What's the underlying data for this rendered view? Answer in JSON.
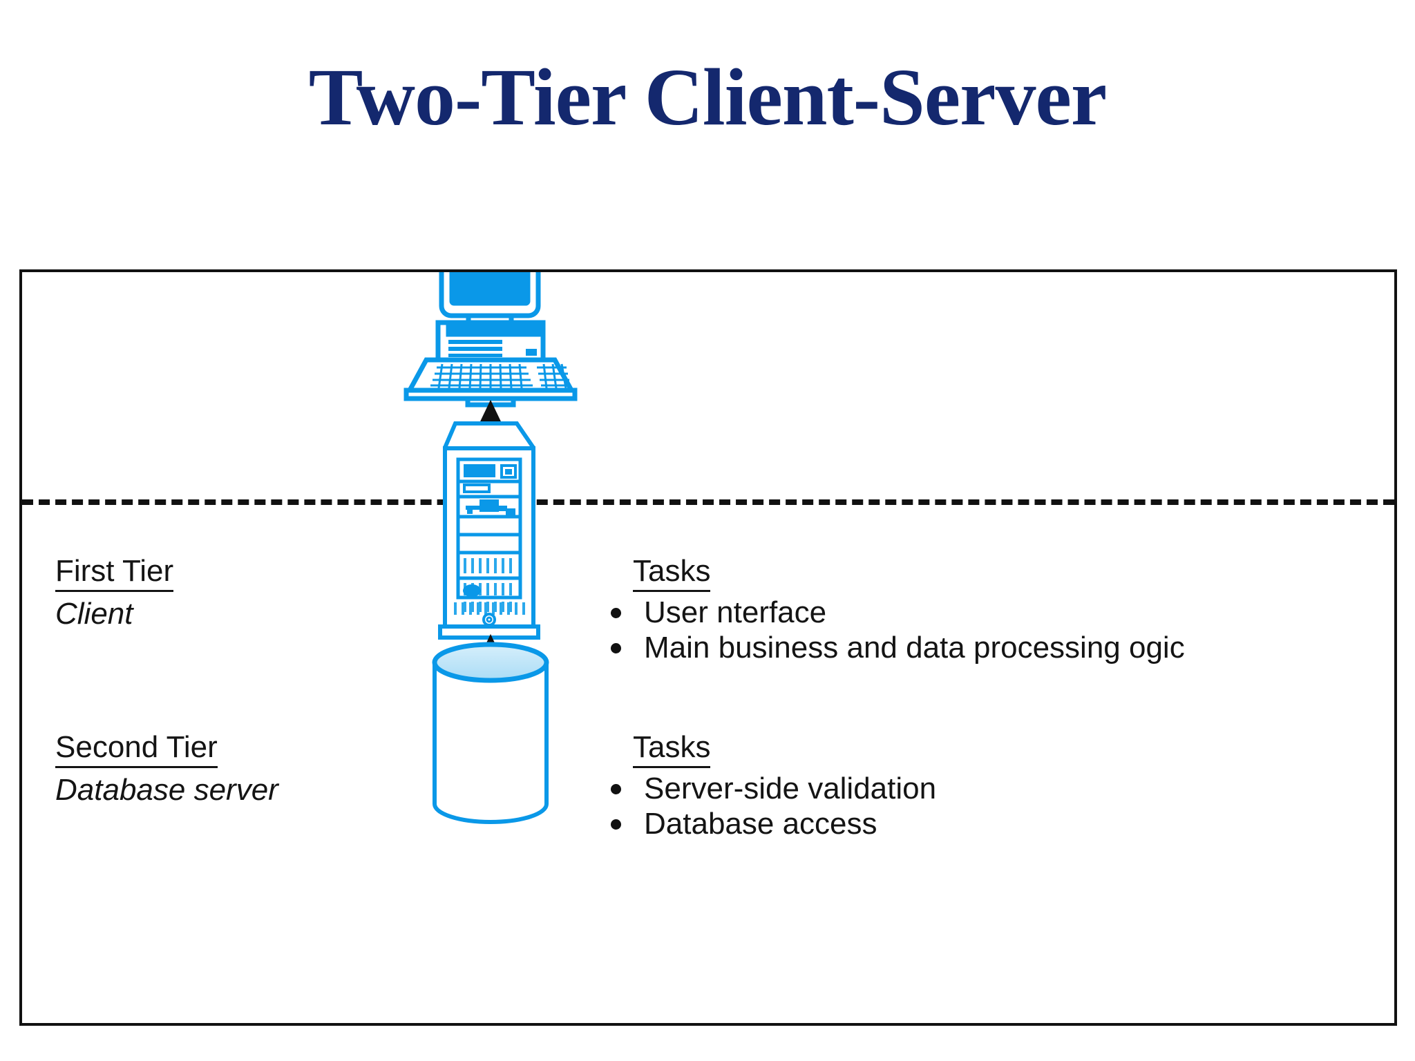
{
  "title": "Two-Tier Client-Server",
  "colors": {
    "title_navy": "#14286e",
    "icon_blue": "#0a98e8",
    "icon_blue_light": "#bfe6fa",
    "line_black": "#111111",
    "page_background": "#ffffff"
  },
  "diagram": {
    "tiers": [
      {
        "id": "first",
        "label": "First Tier",
        "role": "Client",
        "tasks_heading": "Tasks",
        "tasks": [
          "User  nterface",
          "Main business and data processing  ogic"
        ],
        "icon": "desktop-computer-icon"
      },
      {
        "id": "second",
        "label": "Second Tier",
        "role": "Database server",
        "tasks_heading": "Tasks",
        "tasks": [
          "Server-side validation",
          "Database access"
        ],
        "icon": "server-tower-icon"
      }
    ],
    "storage": {
      "icon": "database-cylinder-icon"
    },
    "connectors": [
      {
        "id": "client-server-link",
        "style": "dashed",
        "arrowheads": "both",
        "from": "desktop-computer-icon",
        "to": "server-tower-icon"
      },
      {
        "id": "server-database-link",
        "style": "solid",
        "arrowheads": "both",
        "from": "server-tower-icon",
        "to": "database-cylinder-icon"
      }
    ],
    "divider": {
      "id": "tier-divider",
      "style": "dashed"
    }
  }
}
